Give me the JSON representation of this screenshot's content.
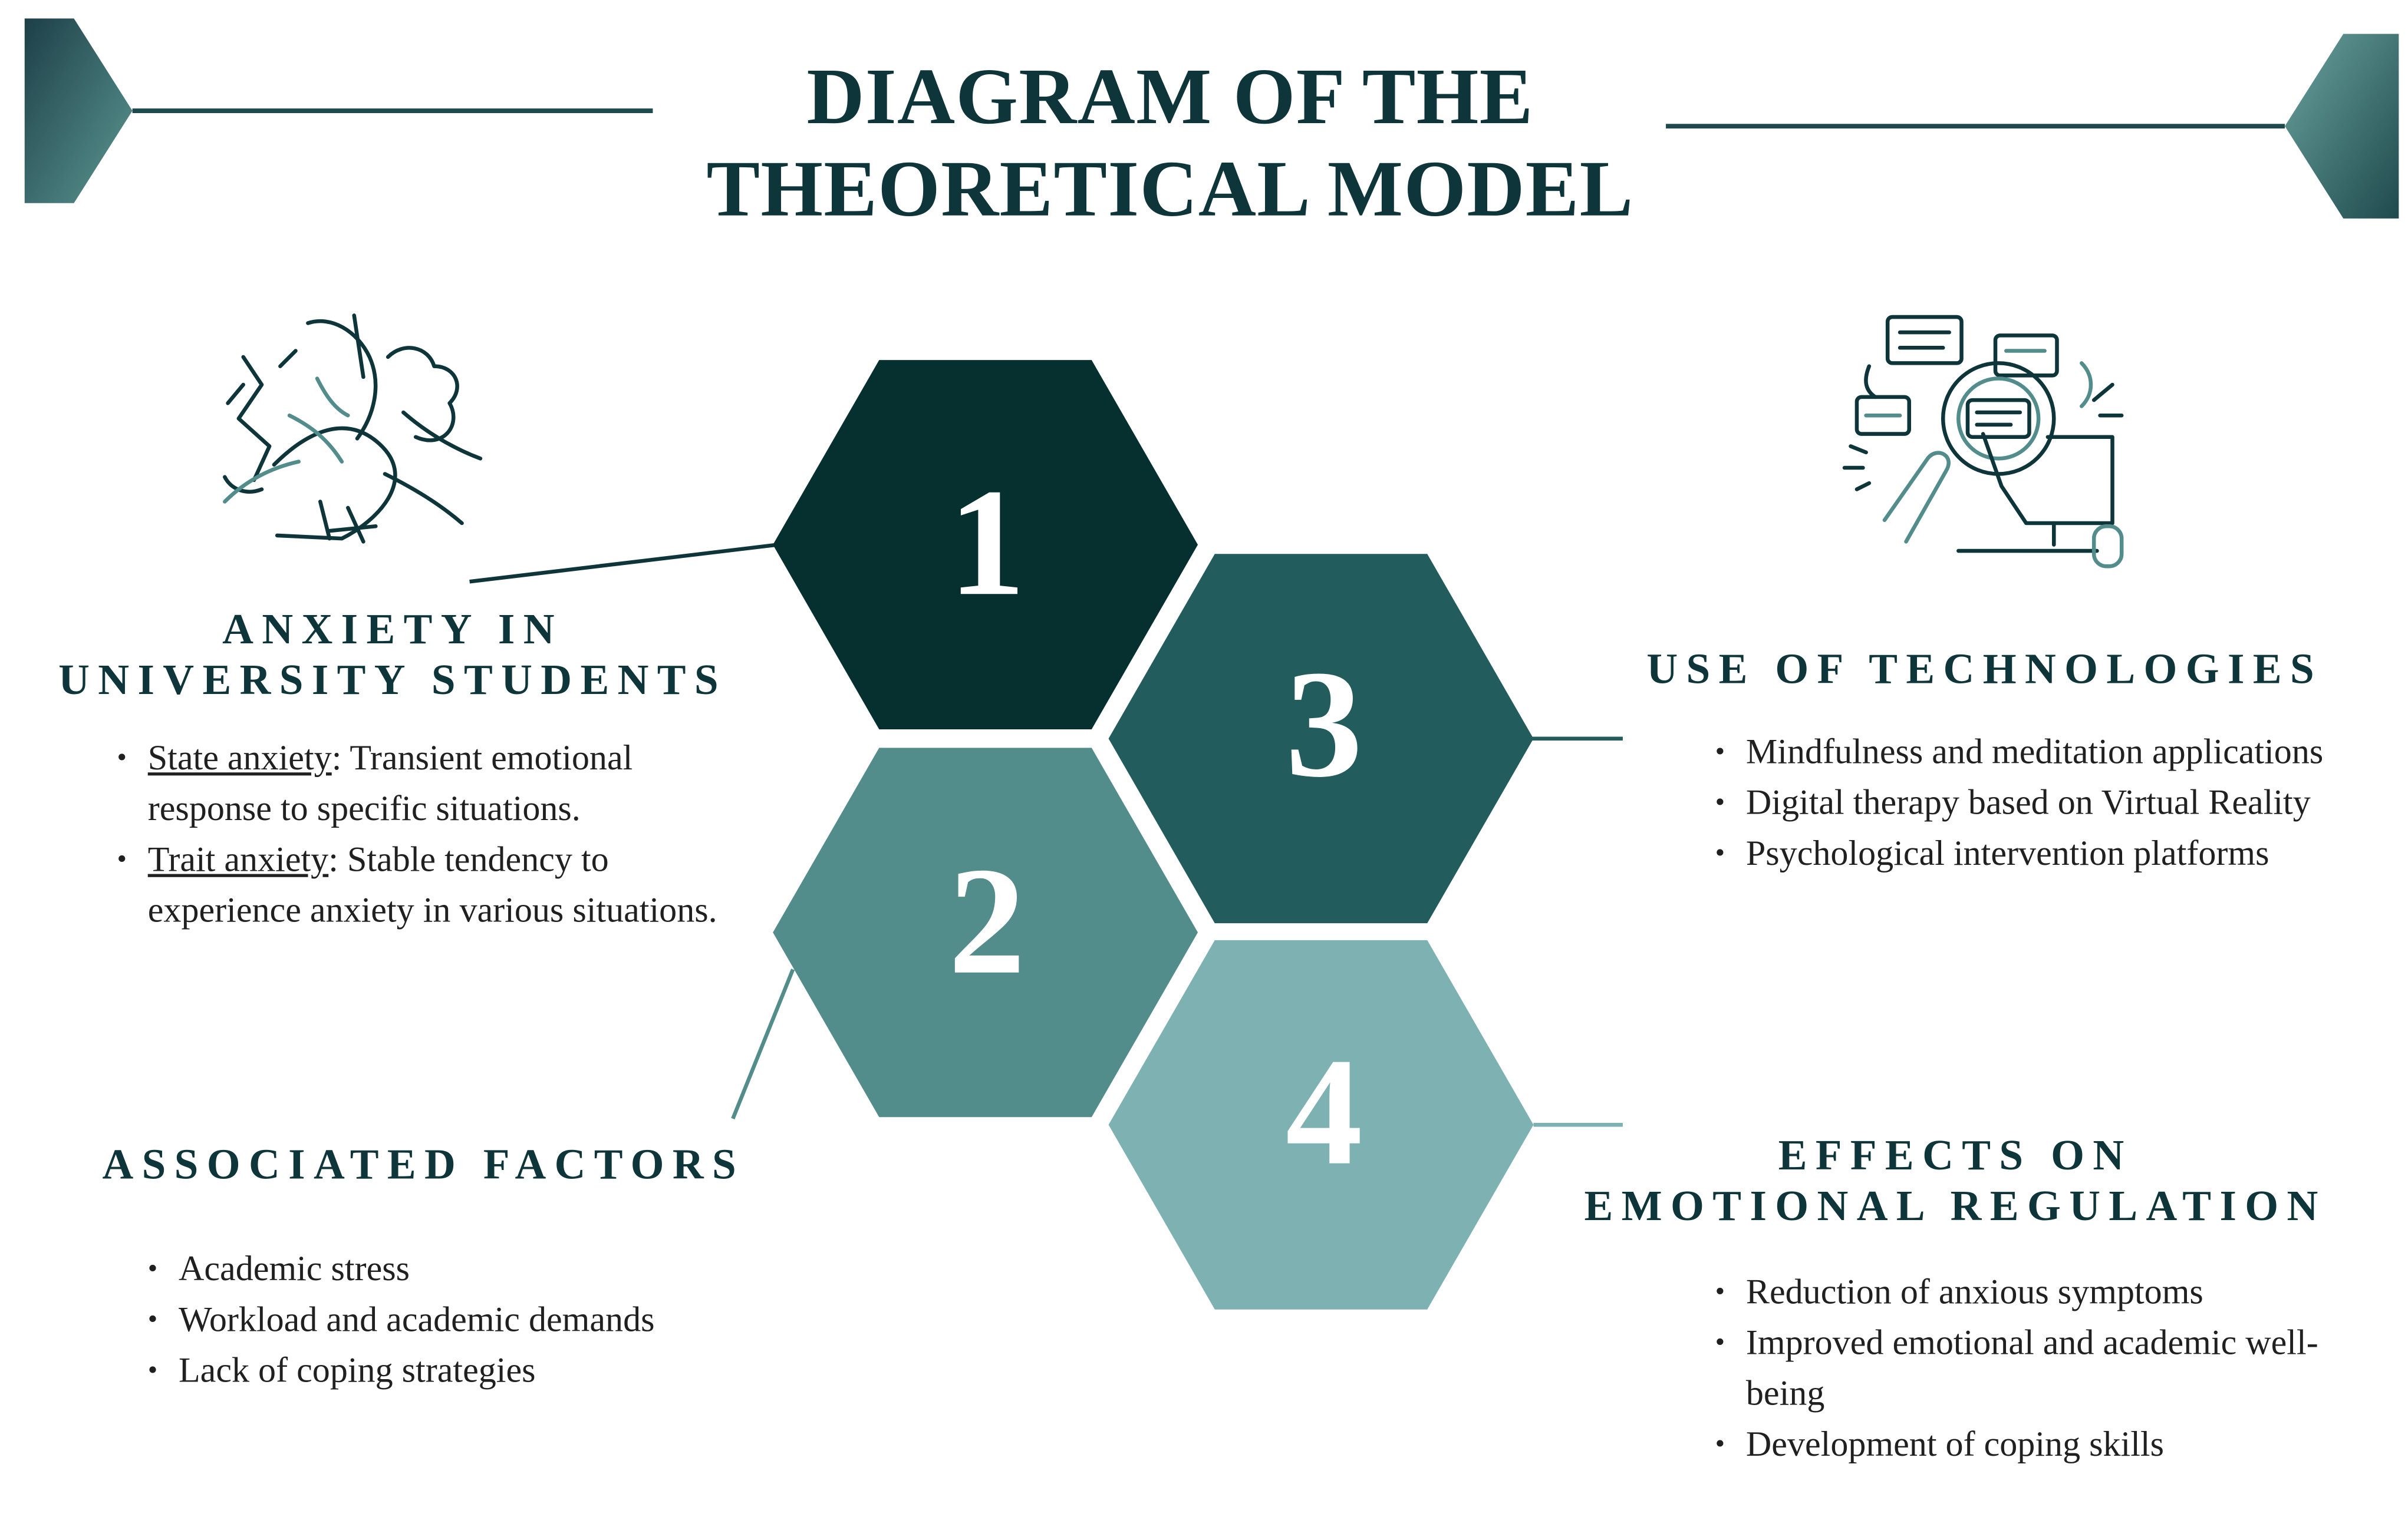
{
  "title": {
    "line1": "DIAGRAM OF THE",
    "line2": "THEORETICAL MODEL"
  },
  "colors": {
    "dark": "#05302f",
    "mid_dark": "#235c5c",
    "mid": "#528d8c",
    "light": "#7db1b2",
    "text": "#0e3539"
  },
  "icons": {
    "left": "anxious-head-icon",
    "right": "technology-devices-icon"
  },
  "hexagons": [
    {
      "number": "1",
      "color": "#05302f"
    },
    {
      "number": "2",
      "color": "#528d8c"
    },
    {
      "number": "3",
      "color": "#235c5c"
    },
    {
      "number": "4",
      "color": "#7db1b2"
    }
  ],
  "sections": {
    "anxiety": {
      "title_line1": "ANXIETY IN",
      "title_line2": "UNIVERSITY STUDENTS",
      "items": [
        {
          "term": "State anxiety",
          "text": ": Transient emotional response to specific situations."
        },
        {
          "term": "Trait anxiety",
          "text": ": Stable tendency to experience anxiety in various situations."
        }
      ]
    },
    "factors": {
      "title": "ASSOCIATED FACTORS",
      "items": [
        "Academic stress",
        "Workload and academic demands",
        "Lack of coping strategies"
      ]
    },
    "technologies": {
      "title": "USE OF TECHNOLOGIES",
      "items": [
        "Mindfulness and meditation applications",
        "Digital therapy based on Virtual Reality",
        "Psychological intervention platforms"
      ]
    },
    "effects": {
      "title_line1": "EFFECTS ON",
      "title_line2": "EMOTIONAL REGULATION",
      "items": [
        "Reduction of anxious symptoms",
        "Improved emotional and academic well-being",
        "Development of coping skills"
      ]
    }
  }
}
